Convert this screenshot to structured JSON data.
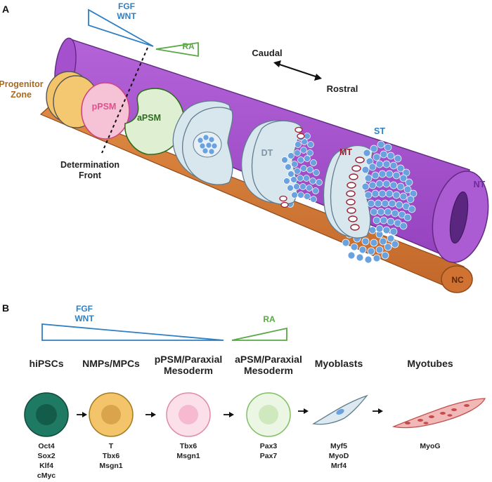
{
  "panel_a": {
    "panel_label": "A",
    "gradient_fgf_wnt": [
      "FGF",
      "WNT"
    ],
    "gradient_ra": "RA",
    "axis_caudal": "Caudal",
    "axis_rostral": "Rostral",
    "progenitor_zone": [
      "Progenitor",
      "Zone"
    ],
    "ppsm": "pPSM",
    "apsm": "aPSM",
    "determination_front": [
      "Determination",
      "Front"
    ],
    "dt": "DT",
    "mt": "MT",
    "st": "ST",
    "nt": "NT",
    "nc": "NC"
  },
  "panel_b": {
    "panel_label": "B",
    "gradient_fgf_wnt": [
      "FGF",
      "WNT"
    ],
    "gradient_ra": "RA",
    "stages": [
      {
        "title": [
          "hiPSCs"
        ],
        "markers": [
          "Oct4",
          "Sox2",
          "Klf4",
          "cMyc"
        ]
      },
      {
        "title": [
          "NMPs/MPCs"
        ],
        "markers": [
          "T",
          "Tbx6",
          "Msgn1"
        ]
      },
      {
        "title": [
          "pPSM/Paraxial",
          "Mesoderm"
        ],
        "markers": [
          "Tbx6",
          "Msgn1"
        ]
      },
      {
        "title": [
          "aPSM/Paraxial",
          "Mesoderm"
        ],
        "markers": [
          "Pax3",
          "Pax7"
        ]
      },
      {
        "title": [
          "Myoblasts"
        ],
        "markers": [
          "Myf5",
          "MyoD",
          "Mrf4"
        ]
      },
      {
        "title": [
          "Myotubes"
        ],
        "markers": [
          "MyoG"
        ]
      }
    ]
  },
  "colors": {
    "fgf_blue": "#2f7fc4",
    "ra_green": "#5aa845",
    "neural_tube": "#a54fc9",
    "notochord": "#d2772f",
    "progenitor": "#f3c46a",
    "ppsm_pink": "#f6c2d6",
    "apsm_green": "#dff0d2",
    "somite_blue": "#d8e6ee",
    "cell_blue": "#6aa2e0",
    "myotome_red": "#9c1f2f"
  }
}
